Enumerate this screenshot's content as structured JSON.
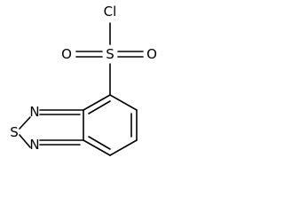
{
  "molecule": {
    "atoms": {
      "chlorine": "Cl",
      "sulfur_sulfonyl": "S",
      "oxygen_left": "O",
      "oxygen_right": "O",
      "nitrogen_top": "N",
      "sulfur_ring": "S",
      "nitrogen_bottom": "N"
    }
  }
}
